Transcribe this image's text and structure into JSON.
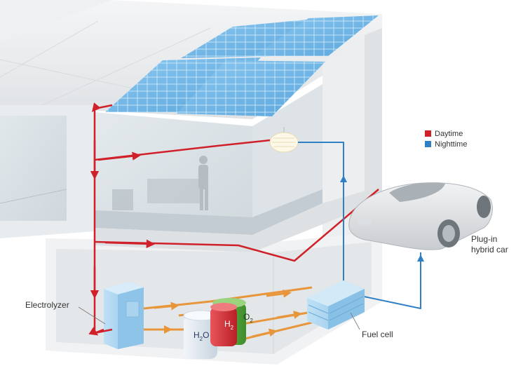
{
  "legend": {
    "items": [
      {
        "label": "Daytime",
        "color": "#d0202a"
      },
      {
        "label": "Nighttime",
        "color": "#2f7fc4"
      }
    ]
  },
  "labels": {
    "electrolyzer": "Electrolyzer",
    "fuel_cell": "Fuel cell",
    "car_line1": "Plug-in",
    "car_line2": "hybrid car"
  },
  "tanks": {
    "water": {
      "base": "H",
      "sub": "2",
      "tail": "O"
    },
    "hydrogen": {
      "base": "H",
      "sub": "2"
    },
    "oxygen": {
      "base": "O",
      "sub": "2"
    }
  },
  "colors": {
    "daytime": "#d0202a",
    "nighttime": "#2f7fc4",
    "gas_flow": "#e8963c",
    "solar_panel": "#6fb6e8"
  }
}
